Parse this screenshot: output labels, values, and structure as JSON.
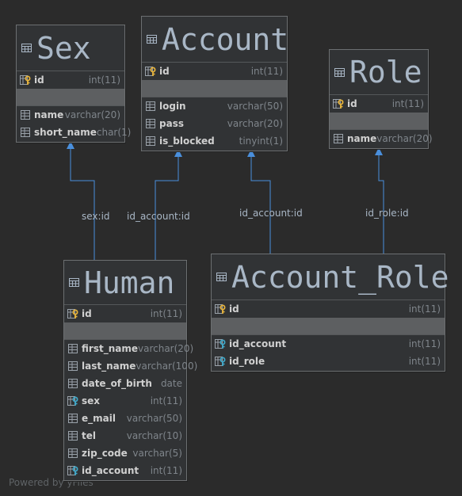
{
  "entities": {
    "sex": {
      "title": "Sex",
      "pk": [
        {
          "name": "id",
          "type": "int(11)",
          "icon": "primary-key-icon"
        }
      ],
      "cols": [
        {
          "name": "name",
          "type": "varchar(20)",
          "icon": "column-icon"
        },
        {
          "name": "short_name",
          "type": "char(1)",
          "icon": "column-icon"
        }
      ]
    },
    "account": {
      "title": "Account",
      "pk": [
        {
          "name": "id",
          "type": "int(11)",
          "icon": "primary-key-icon"
        }
      ],
      "cols": [
        {
          "name": "login",
          "type": "varchar(50)",
          "icon": "column-icon"
        },
        {
          "name": "pass",
          "type": "varchar(20)",
          "icon": "column-icon"
        },
        {
          "name": "is_blocked",
          "type": "tinyint(1)",
          "icon": "column-icon"
        }
      ]
    },
    "role": {
      "title": "Role",
      "pk": [
        {
          "name": "id",
          "type": "int(11)",
          "icon": "primary-key-icon"
        }
      ],
      "cols": [
        {
          "name": "name",
          "type": "varchar(20)",
          "icon": "column-icon"
        }
      ]
    },
    "human": {
      "title": "Human",
      "pk": [
        {
          "name": "id",
          "type": "int(11)",
          "icon": "primary-key-icon"
        }
      ],
      "cols": [
        {
          "name": "first_name",
          "type": "varchar(20)",
          "icon": "column-icon"
        },
        {
          "name": "last_name",
          "type": "varchar(100)",
          "icon": "column-icon"
        },
        {
          "name": "date_of_birth",
          "type": "date",
          "icon": "column-icon"
        },
        {
          "name": "sex",
          "type": "int(11)",
          "icon": "foreign-key-icon"
        },
        {
          "name": "e_mail",
          "type": "varchar(50)",
          "icon": "column-icon"
        },
        {
          "name": "tel",
          "type": "varchar(10)",
          "icon": "column-icon"
        },
        {
          "name": "zip_code",
          "type": "varchar(5)",
          "icon": "column-icon"
        },
        {
          "name": "id_account",
          "type": "int(11)",
          "icon": "foreign-key-icon"
        }
      ]
    },
    "account_role": {
      "title": "Account_Role",
      "pk": [
        {
          "name": "id",
          "type": "int(11)",
          "icon": "primary-key-icon"
        }
      ],
      "cols": [
        {
          "name": "id_account",
          "type": "int(11)",
          "icon": "foreign-key-icon"
        },
        {
          "name": "id_role",
          "type": "int(11)",
          "icon": "foreign-key-icon"
        }
      ]
    }
  },
  "relations": [
    {
      "label": "sex:id"
    },
    {
      "label": "id_account:id"
    },
    {
      "label": "id_account:id"
    },
    {
      "label": "id_role:id"
    }
  ],
  "colors": {
    "background": "#2b2b2b",
    "edge": "#4a8fdc",
    "entity_bg": "#313335",
    "separator_band": "#5d5f61"
  },
  "footer": "Powered by yFiles"
}
